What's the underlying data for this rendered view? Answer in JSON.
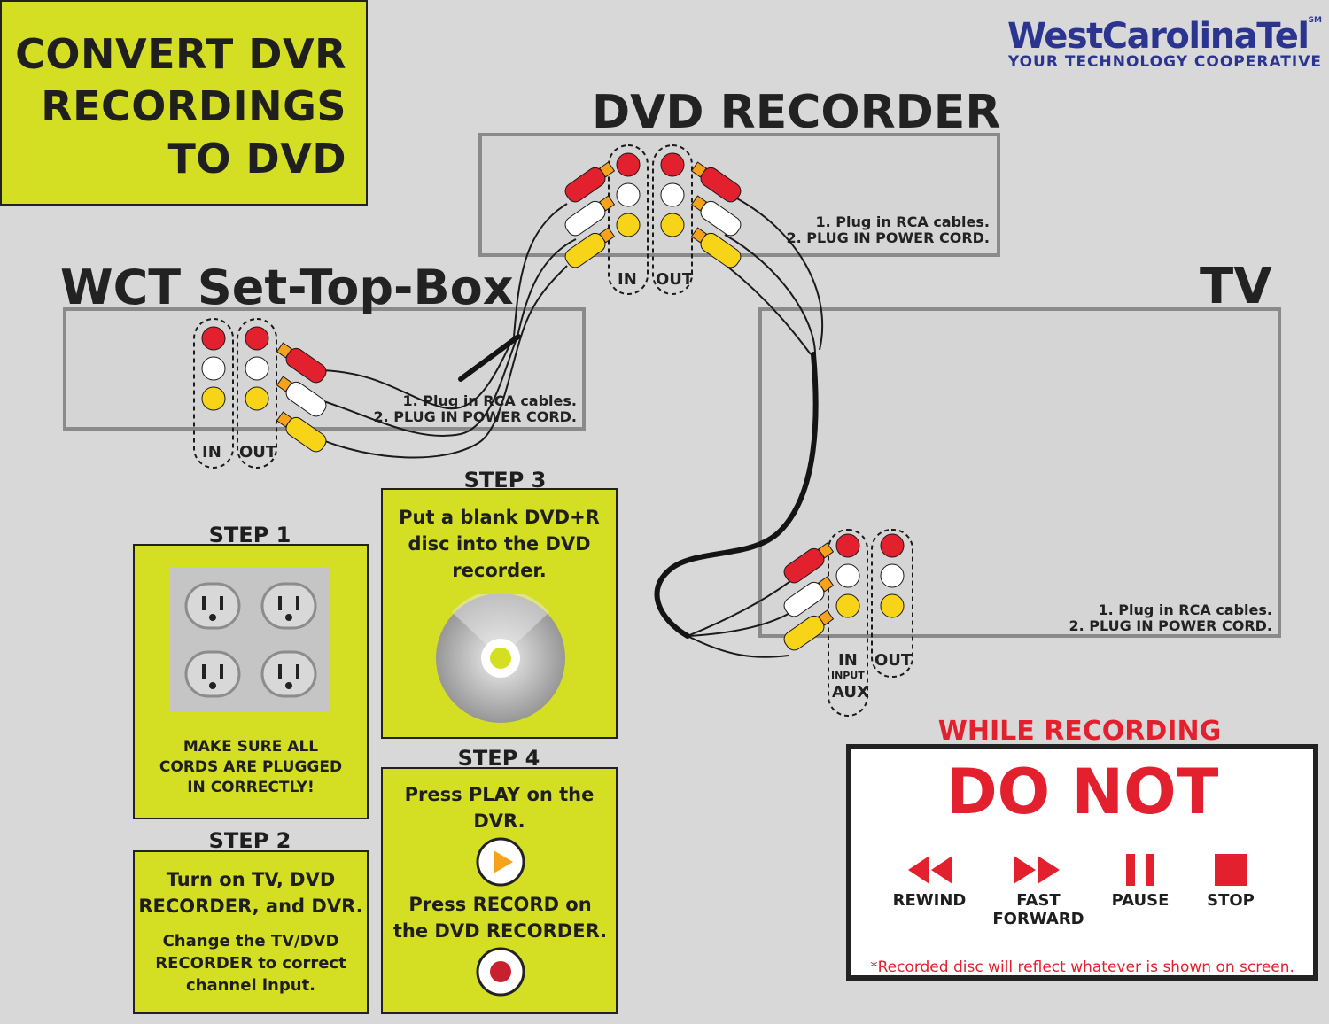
{
  "title": {
    "line1": "CONVERT DVR",
    "line2": "RECORDINGS",
    "line3": "TO DVD"
  },
  "logo": {
    "name": "WestCarolinaTel",
    "mark": "SM",
    "tagline": "YOUR TECHNOLOGY COOPERATIVE"
  },
  "devices": {
    "dvd_recorder": {
      "title": "DVD RECORDER",
      "note1": "1. Plug in RCA cables.",
      "note2": "2. PLUG IN POWER CORD.",
      "port_in": "IN",
      "port_out": "OUT"
    },
    "set_top_box": {
      "title": "WCT Set-Top-Box",
      "note1": "1. Plug in RCA cables.",
      "note2": "2. PLUG IN POWER CORD.",
      "port_in": "IN",
      "port_out": "OUT"
    },
    "tv": {
      "title": "TV",
      "note1": "1. Plug in RCA cables.",
      "note2": "2. PLUG IN POWER CORD.",
      "port_in": "IN",
      "port_input": "INPUT",
      "port_aux": "AUX",
      "port_out": "OUT"
    }
  },
  "steps": {
    "step1": {
      "label": "STEP 1",
      "text1": "MAKE SURE ALL",
      "text2": "CORDS ARE PLUGGED",
      "text3": "IN CORRECTLY!"
    },
    "step2": {
      "label": "STEP 2",
      "text1": "Turn on TV, DVD",
      "text2": "RECORDER, and DVR.",
      "text3": "Change the TV/DVD",
      "text4": "RECORDER to correct",
      "text5": "channel input."
    },
    "step3": {
      "label": "STEP 3",
      "text1": "Put a blank DVD+R",
      "text2": "disc into the DVD",
      "text3": "recorder."
    },
    "step4": {
      "label": "STEP 4",
      "text1": "Press PLAY on the",
      "text2": "DVR.",
      "text3": "Press RECORD on",
      "text4": "the DVD RECORDER."
    }
  },
  "warning": {
    "heading": "WHILE RECORDING",
    "big": "DO NOT",
    "controls": [
      {
        "label1": "REWIND",
        "label2": "",
        "icon": "rewind-icon"
      },
      {
        "label1": "FAST",
        "label2": "FORWARD",
        "icon": "fast-forward-icon"
      },
      {
        "label1": "PAUSE",
        "label2": "",
        "icon": "pause-icon"
      },
      {
        "label1": "STOP",
        "label2": "",
        "icon": "stop-icon"
      }
    ],
    "footnote": "*Recorded disc will reflect whatever is shown on screen."
  },
  "colors": {
    "panel_yellow": "#d4df24",
    "rca_red": "#e3202e",
    "rca_white": "#ffffff",
    "rca_yellow": "#f7d417",
    "warning_red": "#e3202e",
    "logo_blue": "#2b3590",
    "play_orange": "#f7a21b",
    "record_red": "#c8202e"
  }
}
